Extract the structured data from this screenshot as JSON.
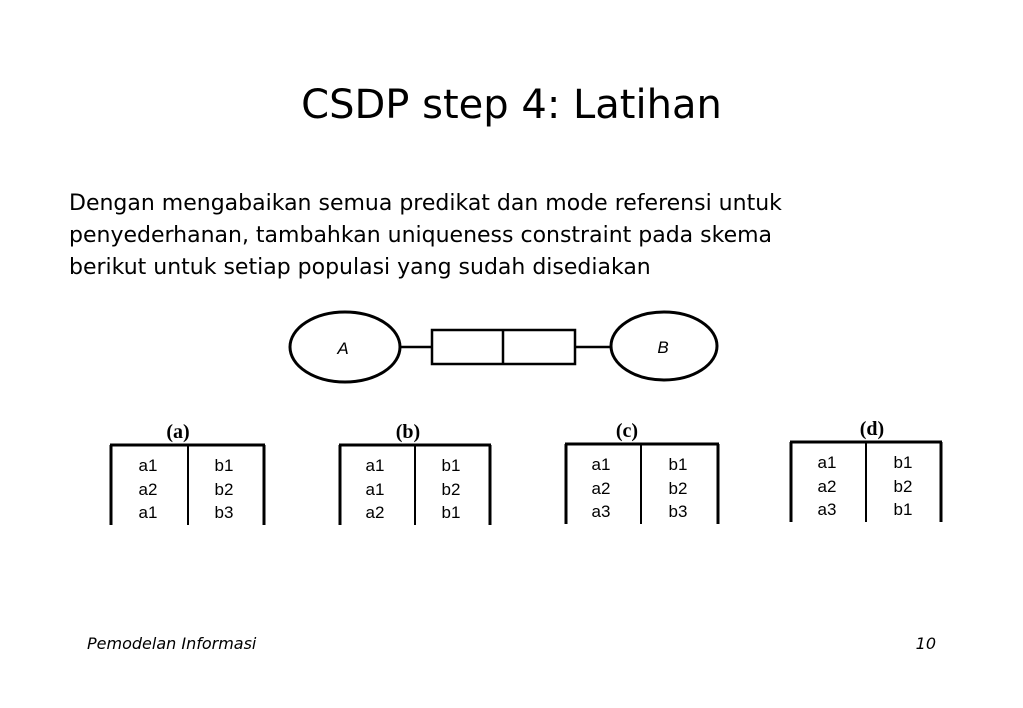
{
  "slide": {
    "title": "CSDP step 4: Latihan",
    "body_lines": [
      "Dengan mengabaikan semua predikat dan mode referensi untuk",
      "penyederhanan, tambahkan uniqueness constraint pada skema",
      "berikut untuk setiap populasi yang sudah disediakan"
    ]
  },
  "diagram": {
    "entity_a": "A",
    "entity_b": "B"
  },
  "populations": [
    {
      "label": "(a)",
      "rows": [
        [
          "a1",
          "b1"
        ],
        [
          "a2",
          "b2"
        ],
        [
          "a1",
          "b3"
        ]
      ]
    },
    {
      "label": "(b)",
      "rows": [
        [
          "a1",
          "b1"
        ],
        [
          "a1",
          "b2"
        ],
        [
          "a2",
          "b1"
        ]
      ]
    },
    {
      "label": "(c)",
      "rows": [
        [
          "a1",
          "b1"
        ],
        [
          "a2",
          "b2"
        ],
        [
          "a3",
          "b3"
        ]
      ]
    },
    {
      "label": "(d)",
      "rows": [
        [
          "a1",
          "b1"
        ],
        [
          "a2",
          "b2"
        ],
        [
          "a3",
          "b1"
        ]
      ]
    }
  ],
  "footer": {
    "course": "Pemodelan Informasi",
    "page_number": "10"
  }
}
